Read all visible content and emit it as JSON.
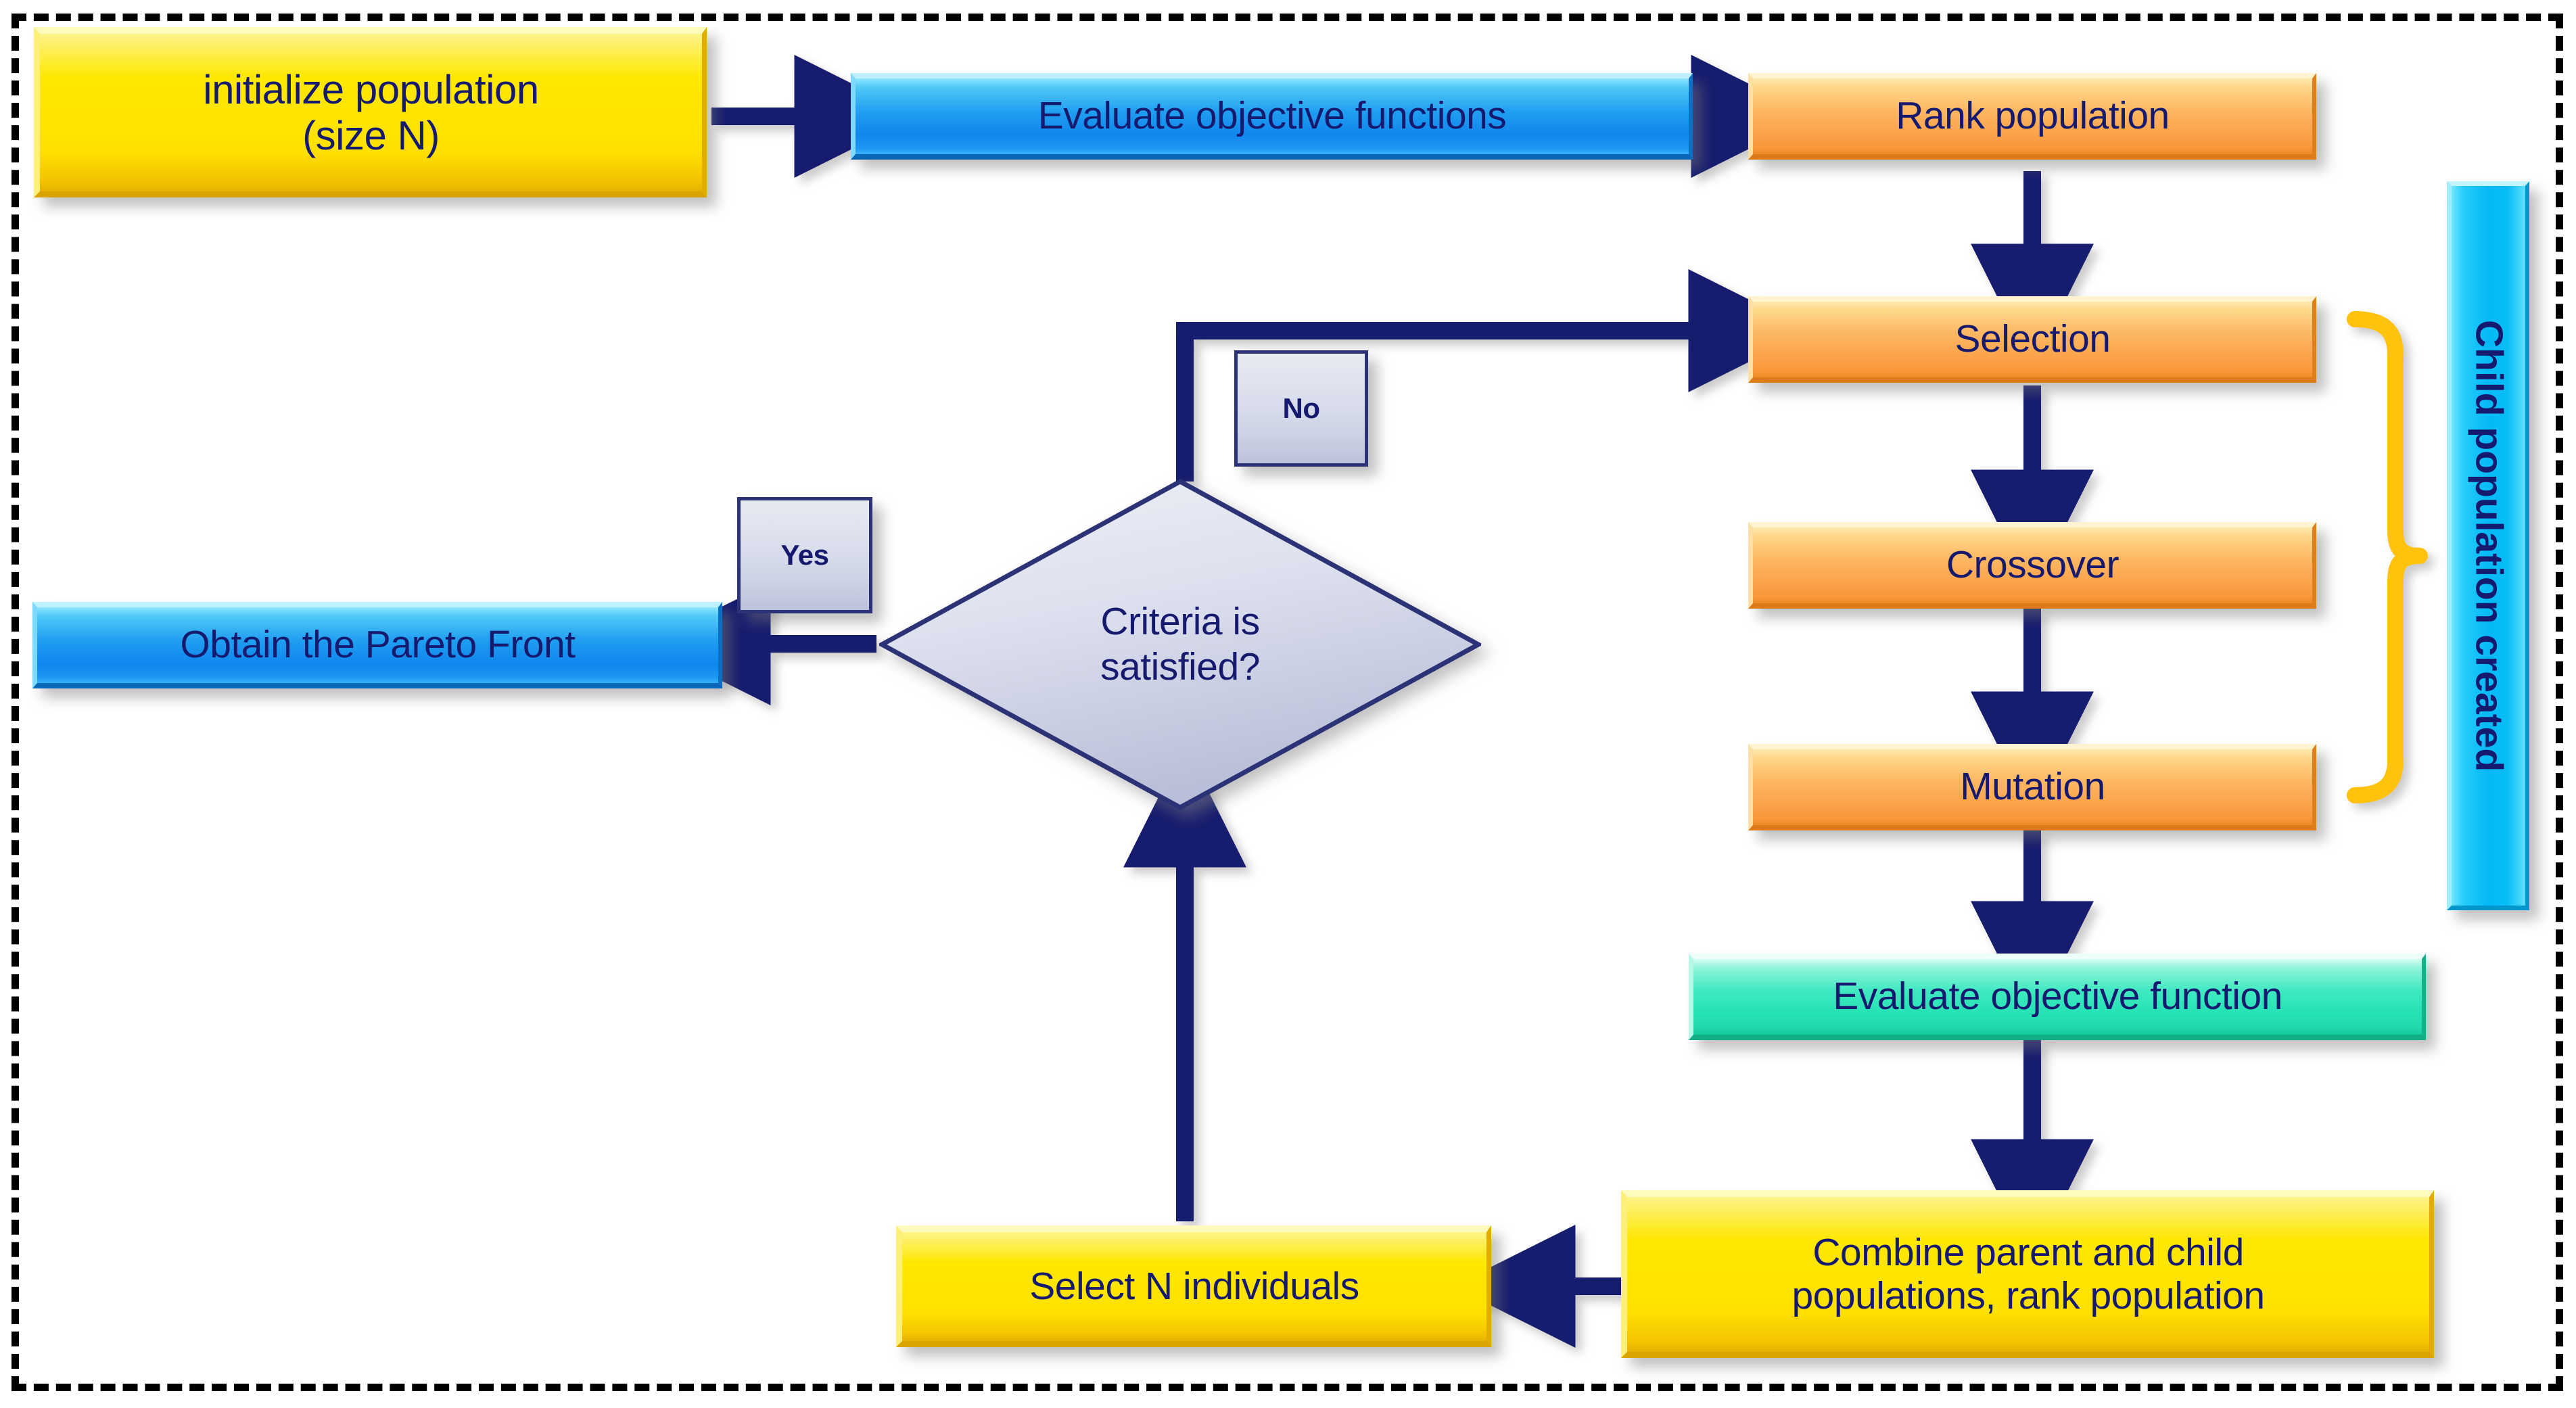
{
  "diagram": {
    "title": "NSGA-II multi-objective genetic algorithm flowchart",
    "frame_style": "dashed-black-border",
    "colors": {
      "yellow": "#FFE800",
      "blue": "#1F9DF0",
      "orange": "#FBA44B",
      "teal": "#25E2B4",
      "cyan": "#05B9F5",
      "brace_gold": "#FFC20E",
      "arrow_navy": "#151A6E",
      "text_navy": "#151A6E",
      "chip_gray": "#CFD4E6"
    },
    "nodes": {
      "initialize": {
        "label_line1": "initialize population",
        "label_line2": "(size N)",
        "shape": "rect",
        "fill": "yellow"
      },
      "evaluate_objective_functions": {
        "label": "Evaluate objective functions",
        "shape": "rect",
        "fill": "blue"
      },
      "rank_population": {
        "label": "Rank population",
        "shape": "rect",
        "fill": "orange"
      },
      "selection": {
        "label": "Selection",
        "shape": "rect",
        "fill": "orange"
      },
      "crossover": {
        "label": "Crossover",
        "shape": "rect",
        "fill": "orange"
      },
      "mutation": {
        "label": "Mutation",
        "shape": "rect",
        "fill": "orange"
      },
      "evaluate_objective_function": {
        "label": "Evaluate objective function",
        "shape": "rect",
        "fill": "teal"
      },
      "combine_populations": {
        "label_line1": "Combine parent and child",
        "label_line2": "populations, rank population",
        "shape": "rect",
        "fill": "yellow"
      },
      "select_n_individuals": {
        "label": "Select N individuals",
        "shape": "rect",
        "fill": "yellow"
      },
      "criteria": {
        "label_line1": "Criteria is",
        "label_line2": "satisfied?",
        "shape": "diamond",
        "fill": "chip_gray"
      },
      "pareto_front": {
        "label": "Obtain the Pareto Front",
        "shape": "rect",
        "fill": "blue"
      },
      "child_population_bracket": {
        "label": "Child population created",
        "shape": "vertical-bar",
        "fill": "cyan"
      }
    },
    "edge_labels": {
      "yes": "Yes",
      "no": "No"
    },
    "edges": [
      {
        "from": "initialize",
        "to": "evaluate_objective_functions",
        "direction": "right"
      },
      {
        "from": "evaluate_objective_functions",
        "to": "rank_population",
        "direction": "right"
      },
      {
        "from": "rank_population",
        "to": "selection",
        "direction": "down"
      },
      {
        "from": "selection",
        "to": "crossover",
        "direction": "down"
      },
      {
        "from": "crossover",
        "to": "mutation",
        "direction": "down"
      },
      {
        "from": "mutation",
        "to": "evaluate_objective_function",
        "direction": "down"
      },
      {
        "from": "evaluate_objective_function",
        "to": "combine_populations",
        "direction": "down"
      },
      {
        "from": "combine_populations",
        "to": "select_n_individuals",
        "direction": "left"
      },
      {
        "from": "select_n_individuals",
        "to": "criteria",
        "direction": "up"
      },
      {
        "from": "criteria",
        "to": "pareto_front",
        "direction": "left",
        "label": "Yes"
      },
      {
        "from": "criteria",
        "to": "selection",
        "direction": "up-right",
        "label": "No"
      }
    ]
  }
}
